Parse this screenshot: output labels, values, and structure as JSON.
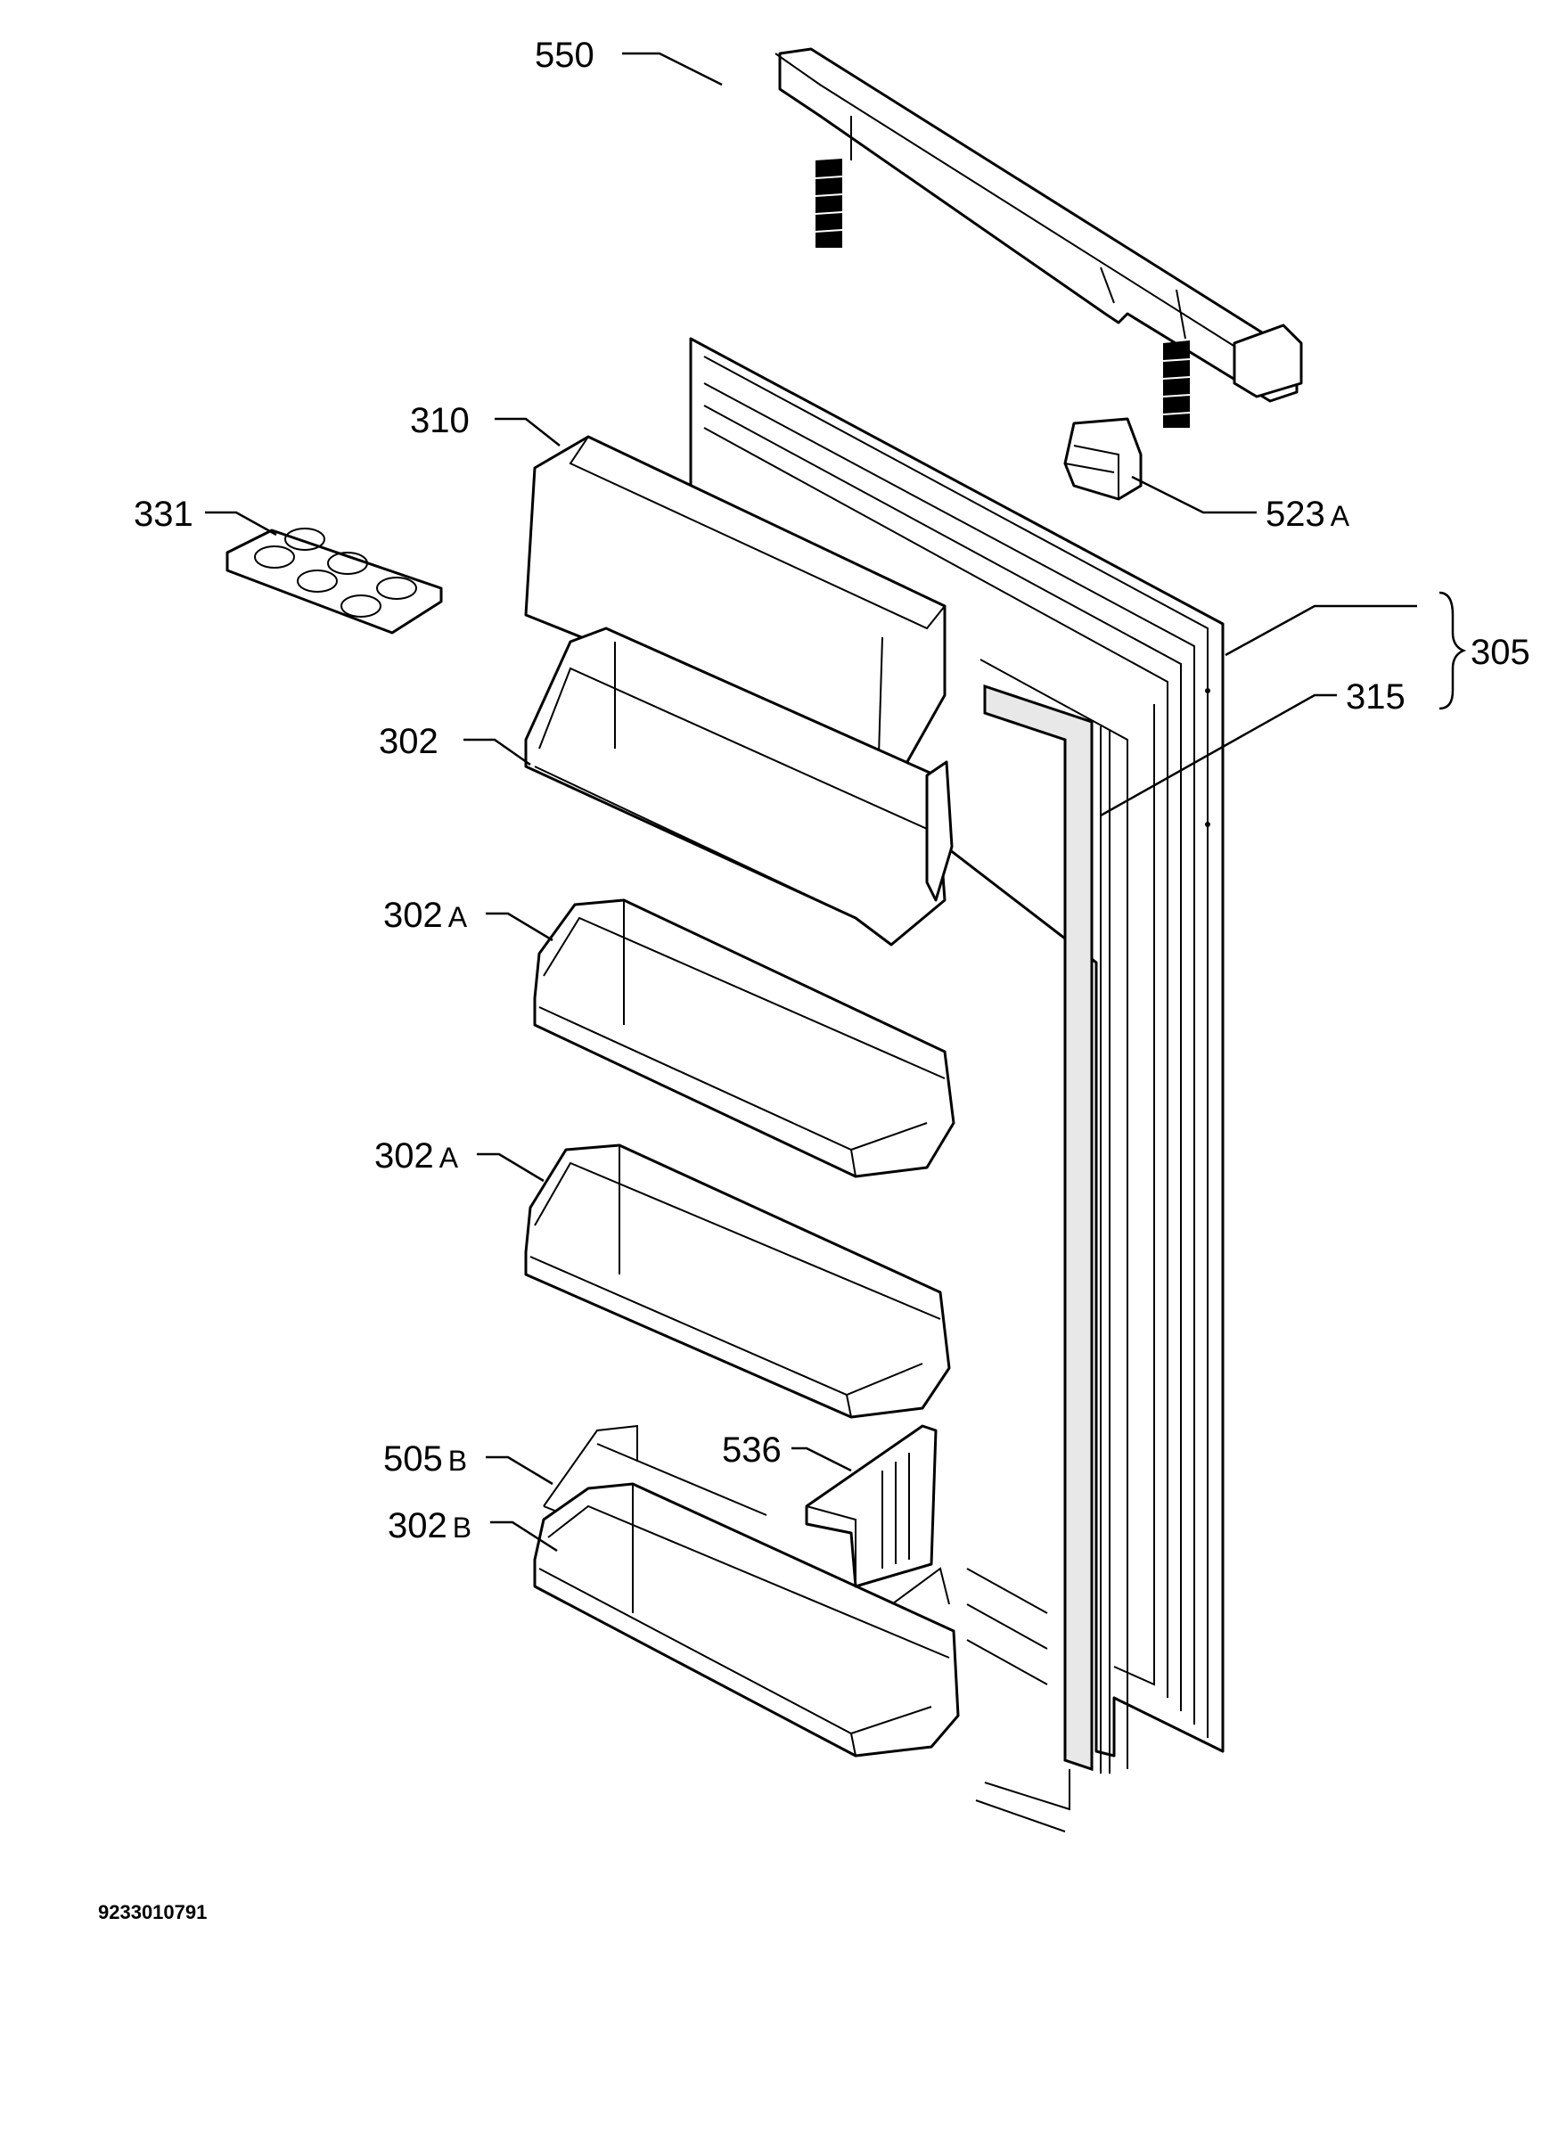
{
  "document_number": "9233010791",
  "callouts": [
    {
      "id": "550",
      "suffix": ""
    },
    {
      "id": "310",
      "suffix": ""
    },
    {
      "id": "331",
      "suffix": ""
    },
    {
      "id": "523",
      "suffix": "A"
    },
    {
      "id": "305",
      "suffix": ""
    },
    {
      "id": "315",
      "suffix": ""
    },
    {
      "id": "302",
      "suffix": ""
    },
    {
      "id": "302",
      "suffix": "A"
    },
    {
      "id": "302",
      "suffix": "A"
    },
    {
      "id": "505",
      "suffix": "B"
    },
    {
      "id": "536",
      "suffix": ""
    },
    {
      "id": "302",
      "suffix": "B"
    }
  ],
  "colors": {
    "line": "#000000",
    "background": "#ffffff"
  }
}
